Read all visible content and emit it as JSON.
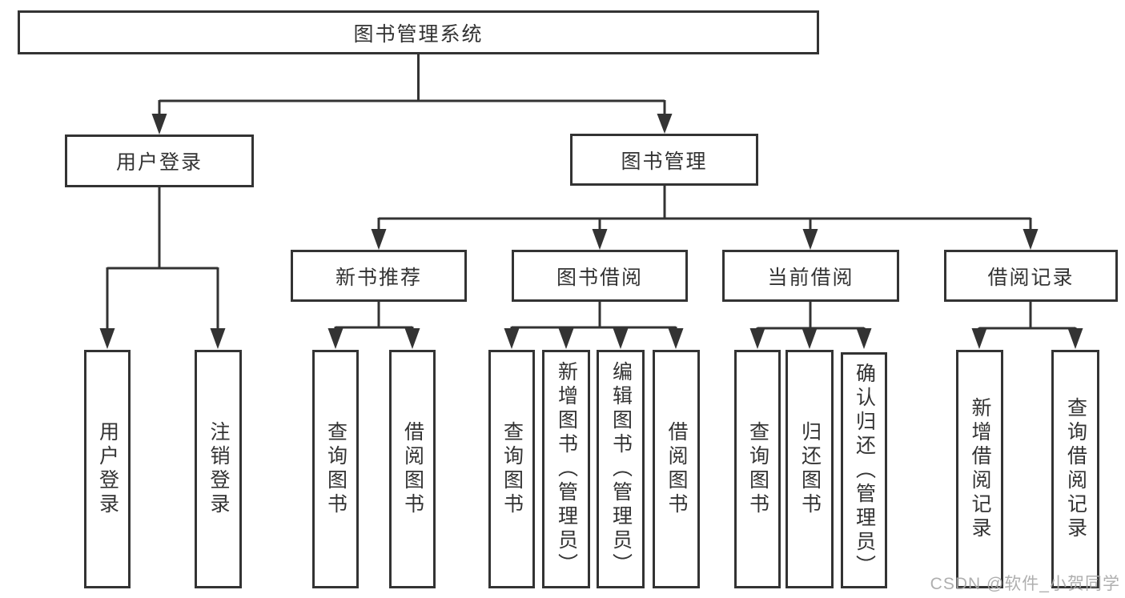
{
  "diagram": {
    "root": "图书管理系统",
    "login": {
      "label": "用户登录",
      "leaves": [
        "用户登录",
        "注销登录"
      ]
    },
    "management": {
      "label": "图书管理",
      "modules": [
        {
          "label": "新书推荐",
          "leaves": [
            "查询图书",
            "借阅图书"
          ]
        },
        {
          "label": "图书借阅",
          "leaves": [
            "查询图书",
            "新增图书（管理员）",
            "编辑图书（管理员）",
            "借阅图书"
          ]
        },
        {
          "label": "当前借阅",
          "leaves": [
            "查询图书",
            "归还图书",
            "确认归还（管理员）"
          ]
        },
        {
          "label": "借阅记录",
          "leaves": [
            "新增借阅记录",
            "查询借阅记录"
          ]
        }
      ]
    }
  },
  "watermark": "CSDN @软件_小贺同学"
}
